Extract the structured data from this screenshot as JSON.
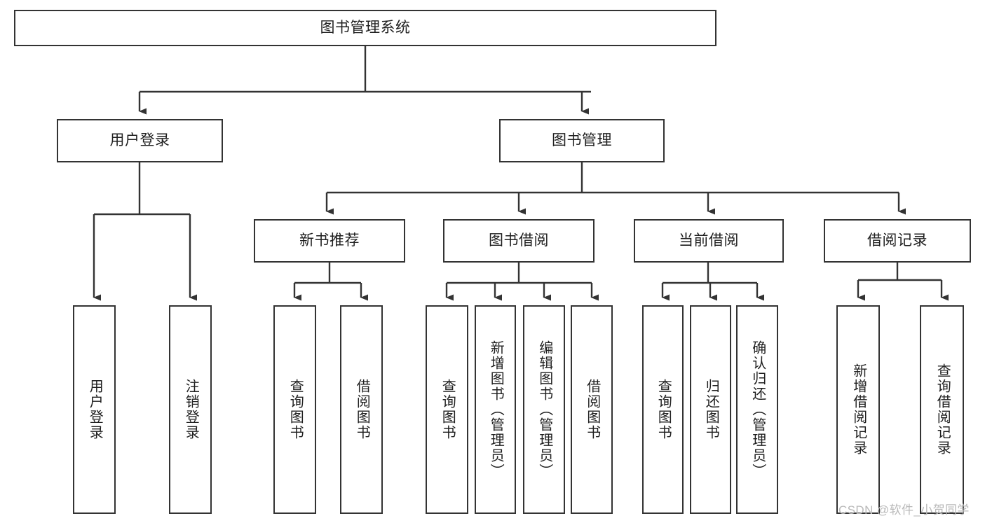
{
  "diagram": {
    "title": "图书管理系统",
    "type": "hierarchy-tree",
    "watermark": "CSDN @软件_小贺同学",
    "colors": {
      "background": "#ffffff",
      "box_border": "#333333",
      "box_fill": "#ffffff",
      "text": "#1f1f1f",
      "connector": "#333333",
      "watermark": "#b9b9b9"
    },
    "nodes": {
      "root": {
        "label": "图书管理系统"
      },
      "level1": [
        {
          "label": "用户登录"
        },
        {
          "label": "图书管理"
        }
      ],
      "level2": [
        {
          "label": "新书推荐"
        },
        {
          "label": "图书借阅"
        },
        {
          "label": "当前借阅"
        },
        {
          "label": "借阅记录"
        }
      ],
      "leaves": {
        "user_login": [
          {
            "label": "用户登录"
          },
          {
            "label": "注销登录"
          }
        ],
        "new_book": [
          {
            "label": "查询图书"
          },
          {
            "label": "借阅图书"
          }
        ],
        "book_borrow": [
          {
            "label": "查询图书"
          },
          {
            "label": "新增图书（管理员）"
          },
          {
            "label": "编辑图书（管理员）"
          },
          {
            "label": "借阅图书"
          }
        ],
        "current_borrow": [
          {
            "label": "查询图书"
          },
          {
            "label": "归还图书"
          },
          {
            "label": "确认归还（管理员）"
          }
        ],
        "borrow_record": [
          {
            "label": "新增借阅记录"
          },
          {
            "label": "查询借阅记录"
          }
        ]
      }
    }
  }
}
